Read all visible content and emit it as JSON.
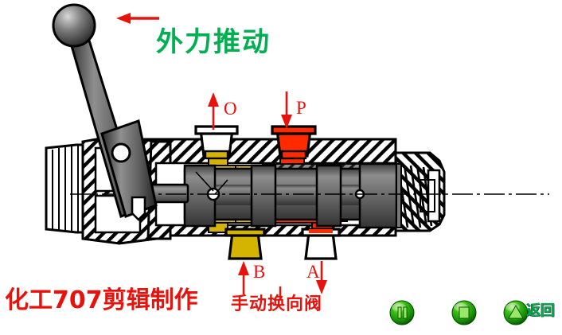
{
  "diagram": {
    "title_text": "手动换向阀",
    "push_label": "外力推动",
    "watermark": "化工707剪辑制作",
    "ports": [
      {
        "id": "O",
        "label": "O",
        "flow": "out",
        "fill": "white",
        "arrow": "up"
      },
      {
        "id": "P",
        "label": "P",
        "flow": "in",
        "fill": "red",
        "arrow": "down"
      },
      {
        "id": "B",
        "label": "B",
        "flow": "out",
        "fill": "yellow",
        "arrow": "up"
      },
      {
        "id": "A",
        "label": "A",
        "flow": "in",
        "fill": "white",
        "arrow": "down"
      }
    ],
    "colors": {
      "pressure_red": "#FF2A00",
      "return_yellow": "#D4B400",
      "metal_gray": "#6E6E6E",
      "label_red": "#E8120C",
      "note_green": "#00B050",
      "button_green": "#2EA82E",
      "outline_black": "#000000"
    }
  },
  "controls": {
    "buttons": [
      {
        "name": "pause-button",
        "icon": "pause-icon",
        "label": ""
      },
      {
        "name": "stop-button",
        "icon": "stop-icon",
        "label": ""
      },
      {
        "name": "return-button",
        "icon": "triangle-up-icon",
        "label": "返回"
      }
    ],
    "return_text": "返回"
  }
}
